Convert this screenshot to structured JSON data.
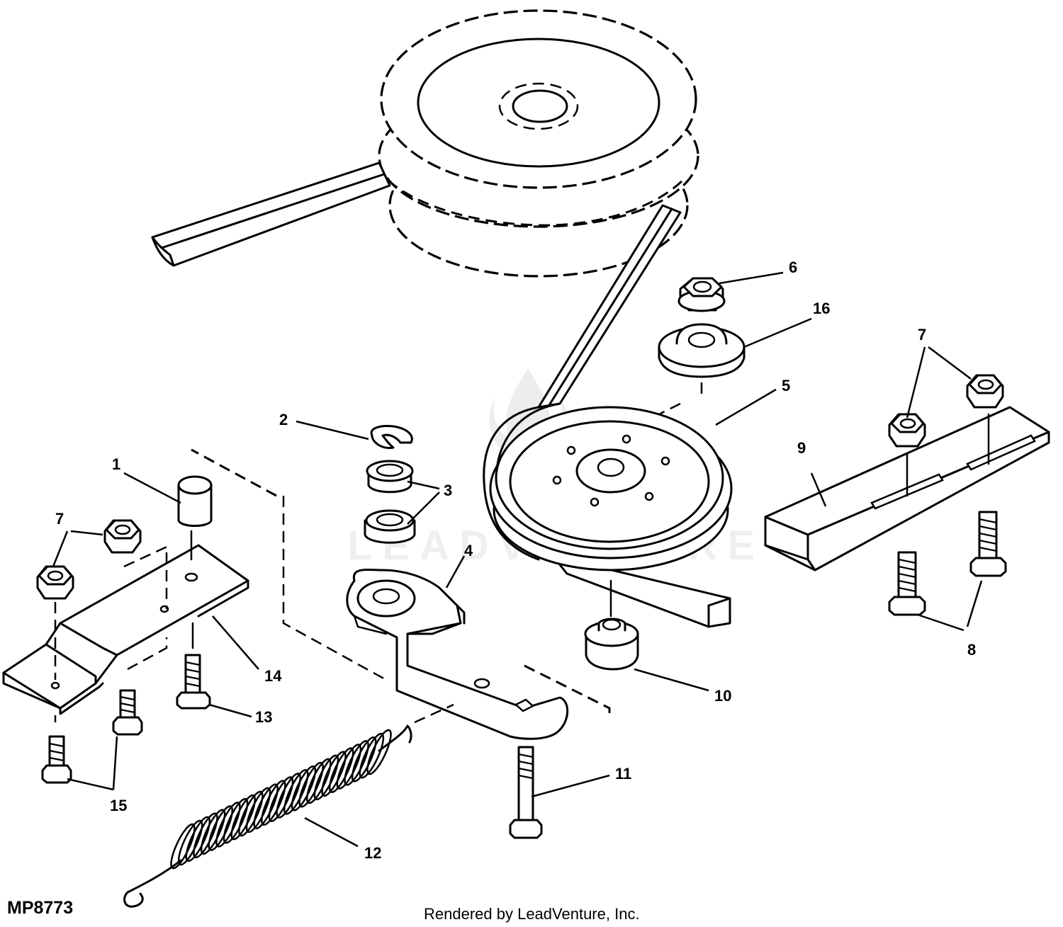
{
  "diagram": {
    "code": "MP8773",
    "credit": "Rendered by LeadVenture, Inc.",
    "watermark": "LEADVENTURE",
    "callouts": [
      "1",
      "2",
      "3",
      "4",
      "5",
      "6",
      "7",
      "7",
      "8",
      "9",
      "10",
      "11",
      "12",
      "13",
      "14",
      "15",
      "16"
    ]
  },
  "colors": {
    "line": "#000000",
    "background": "#ffffff"
  }
}
